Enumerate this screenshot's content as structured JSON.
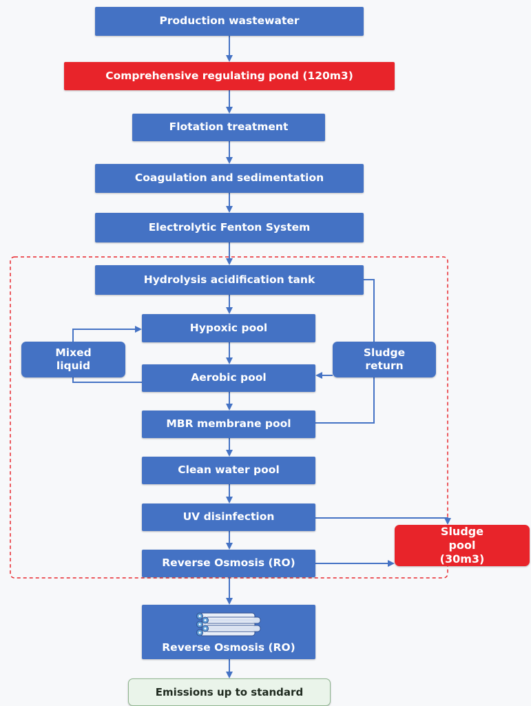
{
  "nodes": {
    "production_wastewater": "Production wastewater",
    "regulating_pond": "Comprehensive regulating pond (120m3)",
    "flotation": "Flotation treatment",
    "coagulation": "Coagulation and sedimentation",
    "fenton": "Electrolytic Fenton System",
    "hydrolysis": "Hydrolysis acidification tank",
    "hypoxic": "Hypoxic pool",
    "mixed_liquid": "Mixed liquid",
    "sludge_return": "Sludge return",
    "aerobic": "Aerobic pool",
    "mbr": "MBR membrane pool",
    "clean_water": "Clean water pool",
    "uv": "UV disinfection",
    "sludge_pool": "Sludge pool (30m3)",
    "ro_1": "Reverse Osmosis (RO)",
    "ro_2": "Reverse Osmosis (RO)",
    "emissions": "Emissions up to standard"
  },
  "icons": {
    "ro_unit": "membrane-tubes-icon"
  },
  "colors": {
    "process_box": "#4472c4",
    "highlight_box": "#e8242a",
    "final_box_fill": "#eaf4ea",
    "final_box_border": "#8fb58f",
    "arrow": "#4472c4",
    "dashed_boundary": "#e8242a"
  }
}
